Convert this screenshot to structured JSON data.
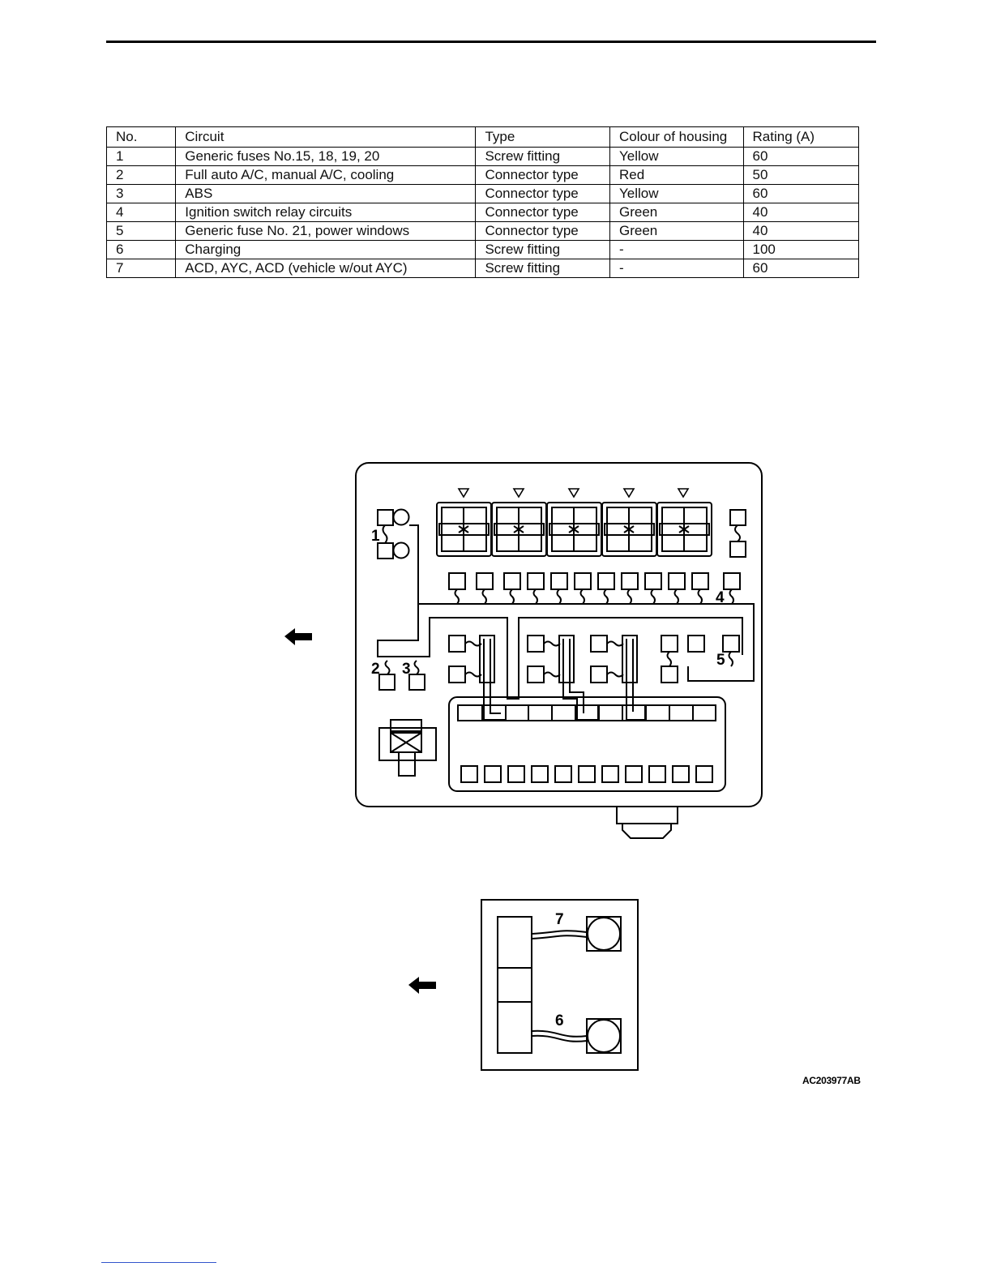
{
  "table": {
    "headers": {
      "no": "No.",
      "circuit": "Circuit",
      "type": "Type",
      "colour": "Colour of housing",
      "rating": "Rating (A)"
    },
    "rows": [
      {
        "no": "1",
        "circuit": "Generic fuses No.15, 18, 19, 20",
        "type": "Screw fitting",
        "colour": "Yellow",
        "rating": "60"
      },
      {
        "no": "2",
        "circuit": "Full auto A/C, manual A/C, cooling",
        "type": "Connector type",
        "colour": "Red",
        "rating": "50"
      },
      {
        "no": "3",
        "circuit": "ABS",
        "type": "Connector type",
        "colour": "Yellow",
        "rating": "60"
      },
      {
        "no": "4",
        "circuit": "Ignition switch relay circuits",
        "type": "Connector type",
        "colour": "Green",
        "rating": "40"
      },
      {
        "no": "5",
        "circuit": "Generic fuse No. 21, power windows",
        "type": "Connector type",
        "colour": "Green",
        "rating": "40"
      },
      {
        "no": "6",
        "circuit": "Charging",
        "type": "Screw fitting",
        "colour": "-",
        "rating": "100"
      },
      {
        "no": "7",
        "circuit": "ACD, AYC, ACD (vehicle w/out AYC)",
        "type": "Screw fitting",
        "colour": "-",
        "rating": "60"
      }
    ]
  },
  "diagram": {
    "callouts": {
      "c1": "1",
      "c2": "2",
      "c3": "3",
      "c4": "4",
      "c5": "5",
      "c6": "6",
      "c7": "7"
    },
    "arrow_icon": "arrow-left-icon",
    "figure_code": "AC203977AB"
  }
}
